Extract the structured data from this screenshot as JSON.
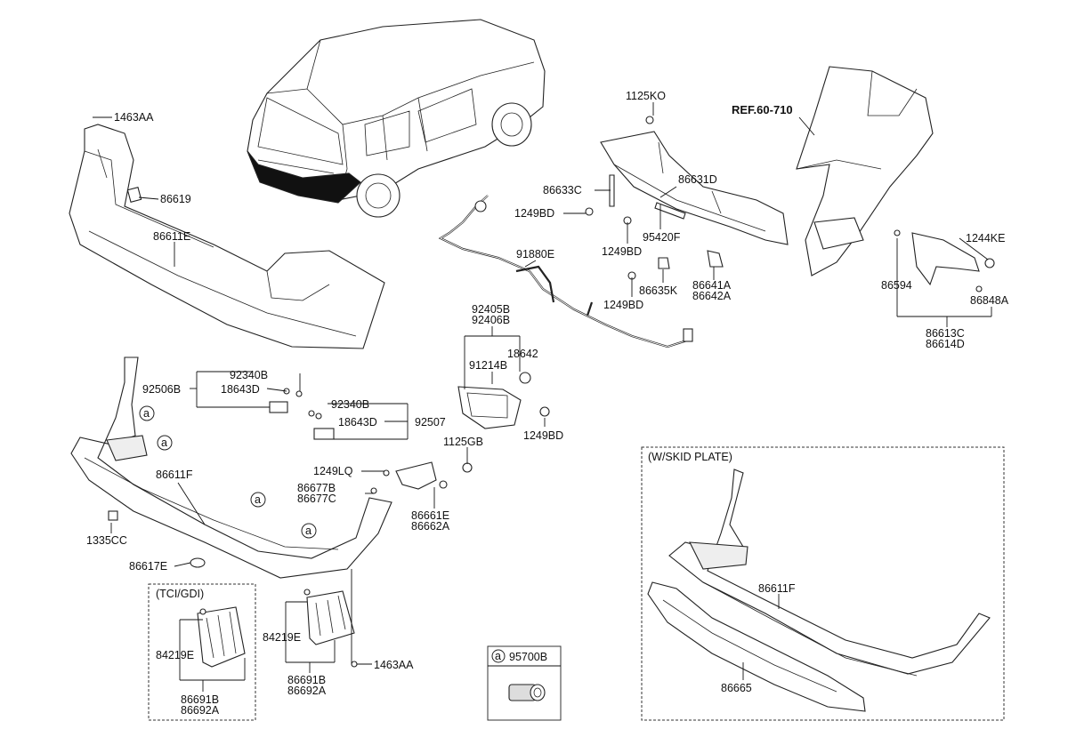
{
  "diagram": {
    "reference": "REF.60-710",
    "boxes": {
      "tci_gdi": "(TCI/GDI)",
      "skid_plate": "(W/SKID PLATE)"
    },
    "legend": {
      "symbol": "a",
      "part": "95700B"
    },
    "callout_symbol": "a",
    "labels": {
      "p1463AA_top": "1463AA",
      "p86619": "86619",
      "p86611E": "86611E",
      "p1125KO": "1125KO",
      "p86633C": "86633C",
      "p86631D": "86631D",
      "p1249BD_a": "1249BD",
      "p1249BD_b": "1249BD",
      "p95420F": "95420F",
      "p91880E": "91880E",
      "p1249BD_c": "1249BD",
      "p86635K": "86635K",
      "p86641A": "86641A",
      "p86642A": "86642A",
      "p1244KE": "1244KE",
      "p86594": "86594",
      "p86848A": "86848A",
      "p86613C": "86613C",
      "p86614D": "86614D",
      "p92405B": "92405B",
      "p92406B": "92406B",
      "p18642": "18642",
      "p91214B": "91214B",
      "p1249BD_d": "1249BD",
      "p92340B_a": "92340B",
      "p92506B": "92506B",
      "p18643D_a": "18643D",
      "p92340B_b": "92340B",
      "p18643D_b": "18643D",
      "p92507": "92507",
      "p1125GB": "1125GB",
      "p86611F": "86611F",
      "p1249LQ": "1249LQ",
      "p86677B": "86677B",
      "p86677C": "86677C",
      "p86661E": "86661E",
      "p86662A": "86662A",
      "p1335CC": "1335CC",
      "p86617E": "86617E",
      "p84219E_a": "84219E",
      "p86691B_a": "86691B",
      "p86692A_a": "86692A",
      "p84219E_b": "84219E",
      "p86691B_b": "86691B",
      "p86692A_b": "86692A",
      "p1463AA_bottom": "1463AA",
      "p86611F_skid": "86611F",
      "p86665": "86665"
    }
  }
}
